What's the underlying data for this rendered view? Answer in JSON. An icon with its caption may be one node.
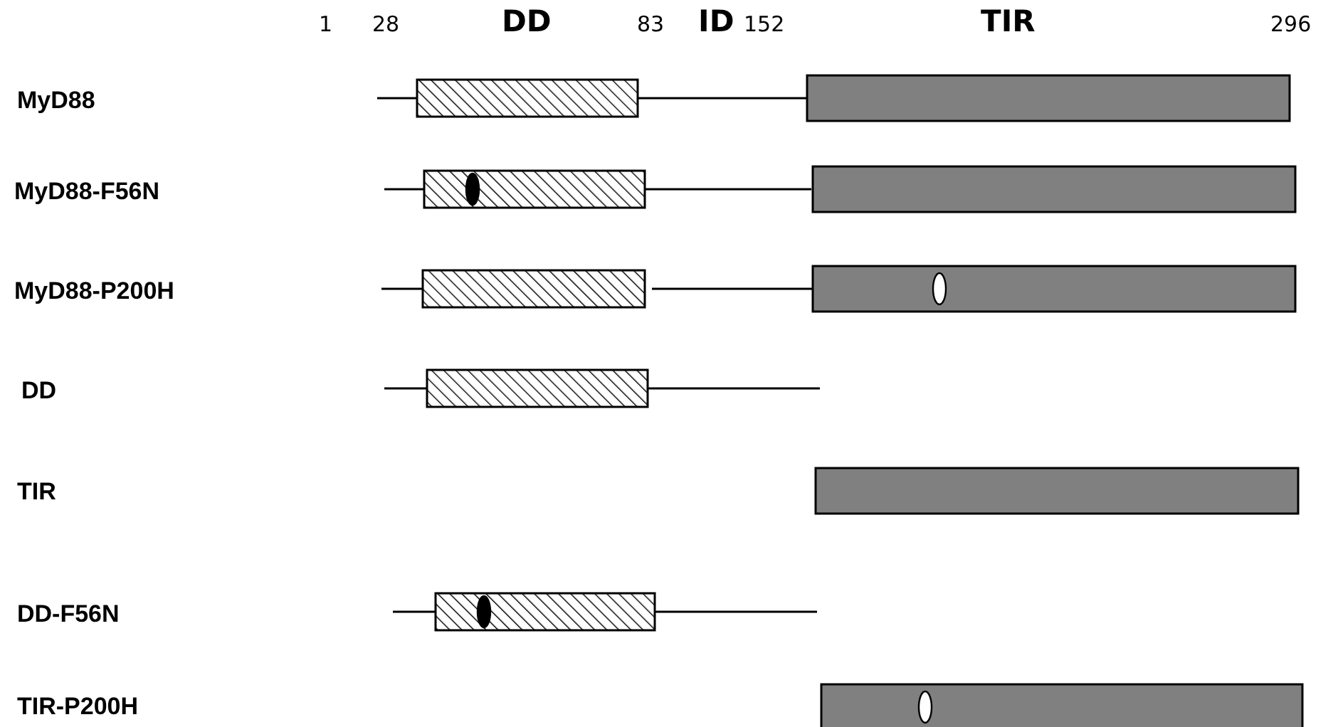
{
  "diagram": {
    "labels": [
      "1",
      "28",
      "DD",
      "83",
      "ID",
      "152",
      "TIR",
      "296",
      "MyD88",
      "MyD88-F56N",
      "MyD88-P200H",
      "DD",
      "TIR",
      "DD-F56N",
      "TIR-P200H"
    ]
  }
}
